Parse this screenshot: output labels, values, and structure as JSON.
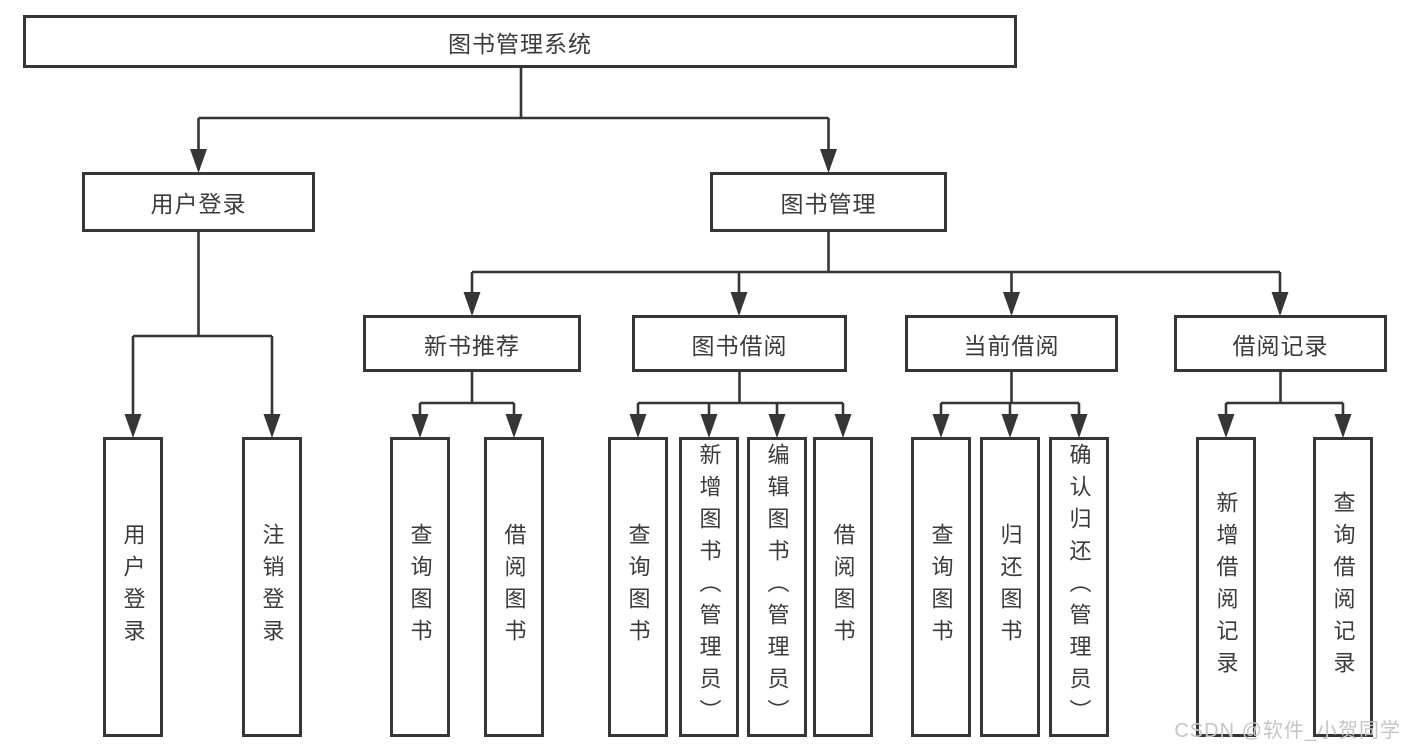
{
  "colors": {
    "line": "#363636",
    "border": "#363636",
    "text": "#3b3b3b",
    "watermark": "#c6c6c6",
    "background": "#ffffff"
  },
  "diagram": {
    "root": {
      "label": "图书管理系统"
    },
    "level2": {
      "user_login": "用户登录",
      "book_management": "图书管理"
    },
    "level3": {
      "new_book_recommend": "新书推荐",
      "book_borrow": "图书借阅",
      "current_borrow": "当前借阅",
      "borrow_records": "借阅记录"
    },
    "leaves": {
      "user_login": "用户登录",
      "logout": "注销登录",
      "query_book_1": "查询图书",
      "borrow_book_1": "借阅图书",
      "query_book_2": "查询图书",
      "add_book_admin": "新增图书（管理员）",
      "edit_book_admin": "编辑图书（管理员）",
      "borrow_book_2": "借阅图书",
      "query_book_3": "查询图书",
      "return_book": "归还图书",
      "confirm_return_admin": "确认归还（管理员）",
      "add_borrow_record": "新增借阅记录",
      "query_borrow_record": "查询借阅记录"
    }
  },
  "watermark": {
    "text": "CSDN @软件_小贺同学"
  }
}
